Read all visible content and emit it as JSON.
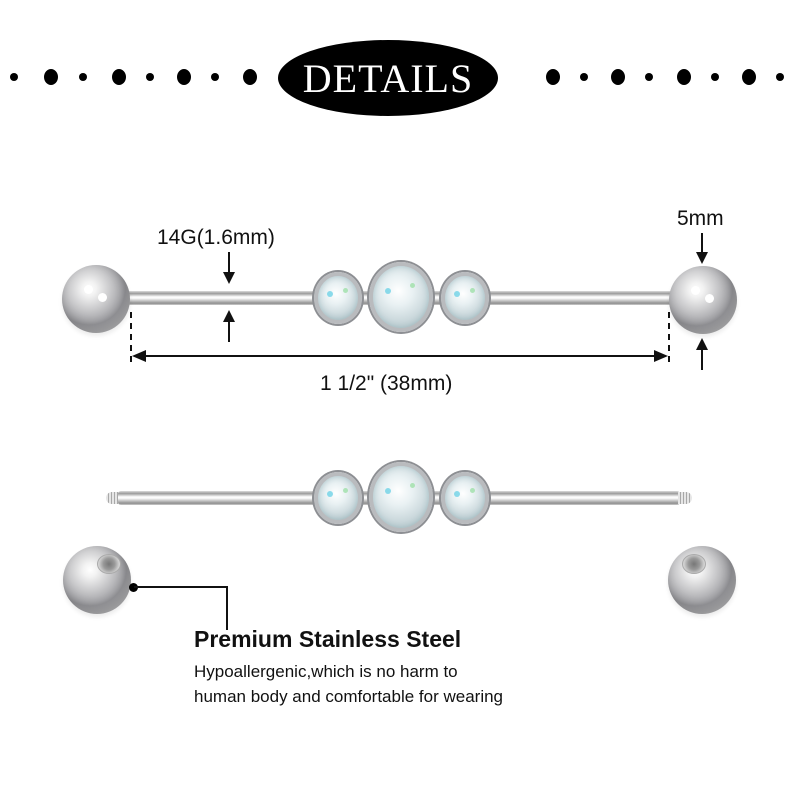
{
  "header": {
    "title": "DETAILS"
  },
  "measurements": {
    "gauge": "14G(1.6mm)",
    "ball_size": "5mm",
    "length": "1 1/2\" (38mm)"
  },
  "product": {
    "top_view": "assembled industrial barbell with three opal stones",
    "middle_view": "bar without balls showing threaded ends",
    "loose_balls": 2,
    "stones": 3
  },
  "feature": {
    "title": "Premium Stainless Steel",
    "line1": "Hypoallergenic,which is no harm to",
    "line2": "human body and comfortable for wearing"
  },
  "colors": {
    "background": "#ffffff",
    "header_pill": "#000000",
    "text": "#111111",
    "steel": "#c9c9cb",
    "opal": "#e9f1f3"
  }
}
